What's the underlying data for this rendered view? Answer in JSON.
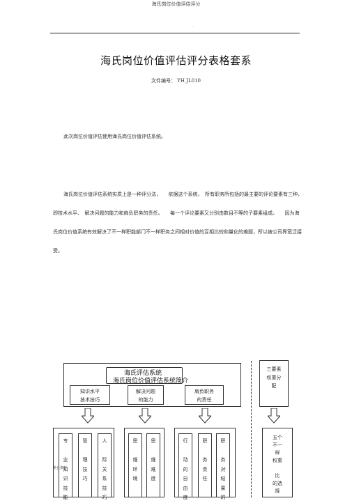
{
  "header": {
    "running_title": "海氏岗位价值评估评分",
    "dot": "."
  },
  "title": "海氏岗位价值评估评分表格套系",
  "doc_number": "文件编号： YH JL010",
  "paragraph1": "此次岗位价值评估使用海氏岗位价值评估系统。",
  "paragraph2": "海氏岗位价值评估系统实质上是一种评分法，　　依据这个系统，　所有职务所包括的最主要的评论要素有三种，　　即技术水平、　解决问题的能力和肩负职务的责任。　　每一个评论要素又分别由数目不等的子要素组成。　　因为海氏岗位价值系统有效解决了不一样职能部门不一样职务之间相对价值的互相比较和量化的难题，所以被公司界宽泛接受。",
  "diagram": {
    "system_label": "海氏评估系统",
    "intro_label": "海氏岗位价值评估系统简介",
    "factors": [
      "知识水平\n技术技巧",
      "解决问题\n的能力",
      "肩负职务\n的责任"
    ],
    "right_box": "三要素\n权重分\n配",
    "sub_groups": [
      {
        "items": [
          "专\n\n业\n知\n识\n技\n能",
          "管\n\n理\n技\n巧",
          "人\n\n际\n关\n系\n技\n巧"
        ]
      },
      {
        "items": [
          "思\n\n维\n环\n境",
          "思\n\n维\n难\n度"
        ]
      },
      {
        "items": [
          "行\n\n动\n的\n自\n由\n度",
          "职\n\n务\n责\n任",
          "职\n\n务\n对\n结\n果\n的"
        ]
      }
    ],
    "right_sub": "五个\n不一\n样\n权重\n\n比\n的选\n择",
    "side_note": "专业资料"
  }
}
